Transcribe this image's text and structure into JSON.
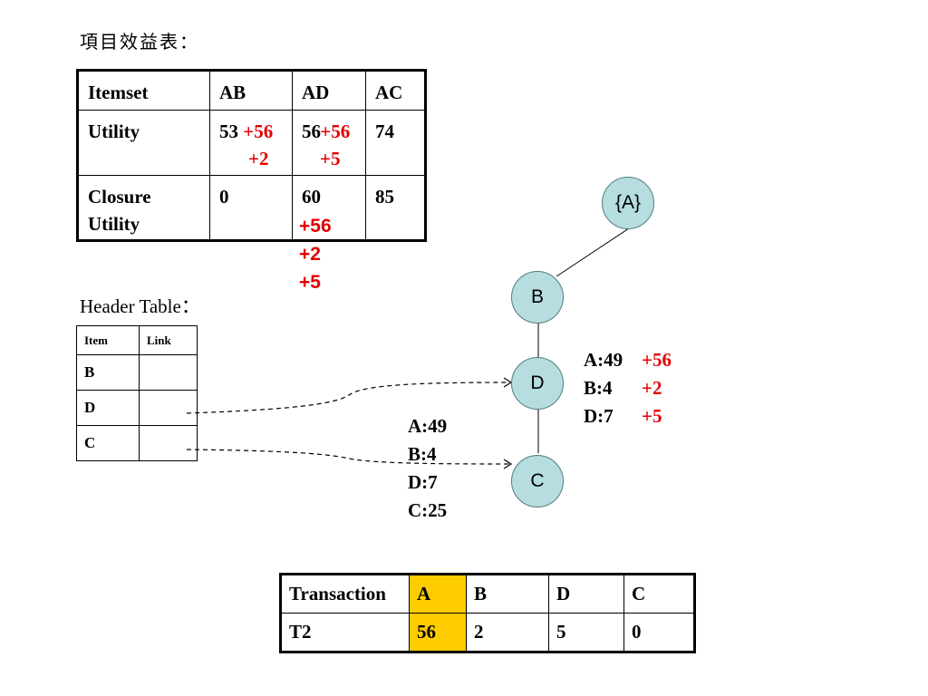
{
  "title": "項目效益表：",
  "utility_table": {
    "rows": [
      [
        "Itemset",
        "AB",
        "AD",
        "AC"
      ],
      [
        "Utility",
        "53",
        "56",
        "74"
      ],
      [
        "Closure Utility",
        "0",
        "60",
        "85"
      ]
    ],
    "ab_additions": [
      "+56",
      "+2"
    ],
    "ad_additions": [
      "+56",
      "+5"
    ]
  },
  "closure_additions": [
    "+56",
    "+2",
    "+5"
  ],
  "header_table": {
    "label": "Header Table：",
    "columns": [
      "Item",
      "Link"
    ],
    "items": [
      "B",
      "D",
      "C"
    ]
  },
  "tree": {
    "nodes": [
      "{A}",
      "B",
      "D",
      "C"
    ]
  },
  "d_node_info": {
    "lines": [
      "A:49",
      "B:4",
      "D:7"
    ],
    "additions": [
      "+56",
      "+2",
      "+5"
    ]
  },
  "c_node_info": {
    "lines": [
      "A:49",
      "B:4",
      "D:7",
      "C:25"
    ]
  },
  "transaction_table": {
    "headers": [
      "Transaction",
      "A",
      "B",
      "D",
      "C"
    ],
    "row": [
      "T2",
      "56",
      "2",
      "5",
      "0"
    ],
    "highlight_color": "#ffcc00"
  },
  "colors": {
    "node_fill": "#b6dde0",
    "addition_red": "#e00000"
  }
}
